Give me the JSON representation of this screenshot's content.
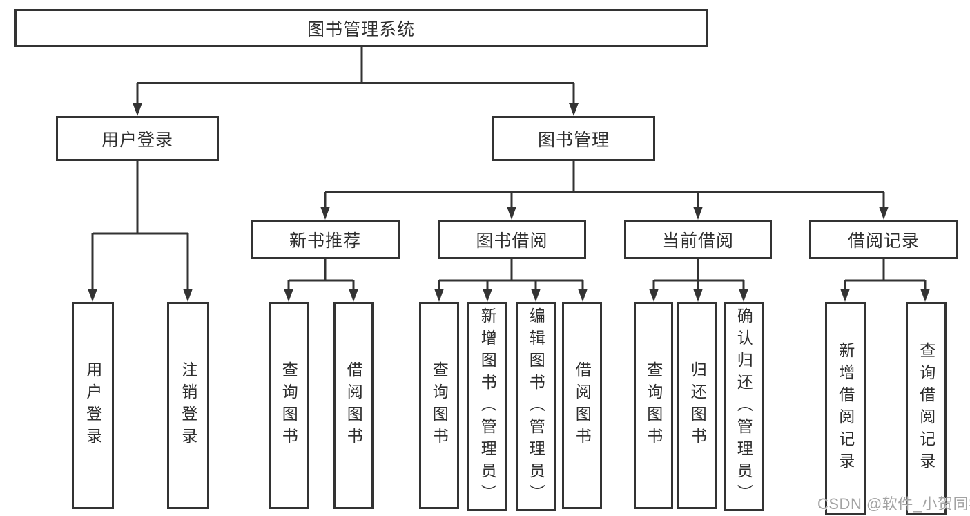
{
  "diagram": {
    "root": {
      "label": "图书管理系统"
    },
    "level2": [
      {
        "label": "用户登录"
      },
      {
        "label": "图书管理"
      }
    ],
    "level3": [
      {
        "label": "新书推荐"
      },
      {
        "label": "图书借阅"
      },
      {
        "label": "当前借阅"
      },
      {
        "label": "借阅记录"
      }
    ],
    "leaves": [
      {
        "label": "用户登录"
      },
      {
        "label": "注销登录"
      },
      {
        "label": "查询图书"
      },
      {
        "label": "借阅图书"
      },
      {
        "label": "查询图书"
      },
      {
        "label": "新增图书（管理员）"
      },
      {
        "label": "编辑图书（管理员）"
      },
      {
        "label": "借阅图书"
      },
      {
        "label": "查询图书"
      },
      {
        "label": "归还图书"
      },
      {
        "label": "确认归还（管理员）"
      },
      {
        "label": "新增借阅记录"
      },
      {
        "label": "查询借阅记录"
      }
    ],
    "watermark": "CSDN @软件_小贺同学",
    "colors": {
      "line": "#333333",
      "box_border": "#333333",
      "text": "#2e2e2e",
      "background": "#ffffff",
      "watermark": "#a3a3a3"
    }
  }
}
